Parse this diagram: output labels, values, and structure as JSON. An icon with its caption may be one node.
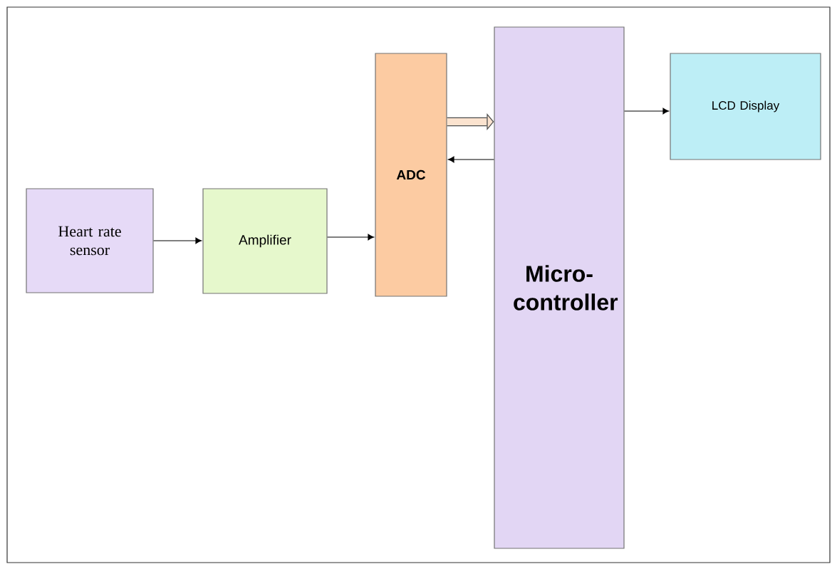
{
  "diagram": {
    "nodes": [
      {
        "text": [
          "Heart rate sensor"
        ]
      },
      {
        "text": [
          "Amplifier"
        ]
      },
      {
        "text": [
          "ADC"
        ]
      },
      {
        "text": [
          "Micro- controller"
        ]
      },
      {
        "text": [
          "LCD Display"
        ]
      }
    ],
    "edges": [
      {
        "from": 0,
        "to": 1,
        "arrow": "to"
      },
      {
        "from": 1,
        "to": 2,
        "arrow": "to"
      },
      {
        "from": 2,
        "to": 3,
        "arrow": "to",
        "style": "thick"
      },
      {
        "from": 3,
        "to": 2,
        "arrow": "to"
      },
      {
        "from": 3,
        "to": 4,
        "arrow": "to"
      }
    ]
  }
}
